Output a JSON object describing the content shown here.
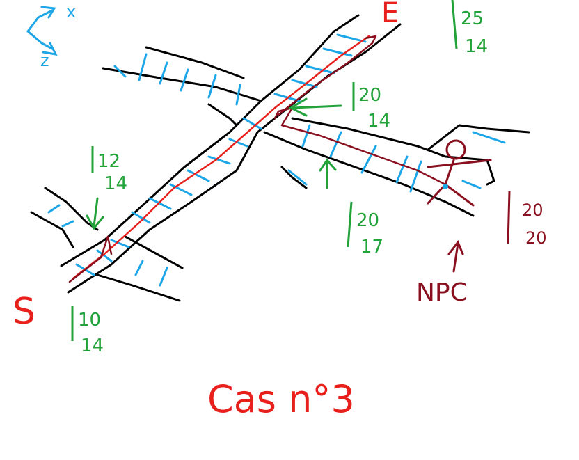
{
  "colors": {
    "road_outline": "#000000",
    "road_tiles": "#1ca6e8",
    "path_line": "#e8201c",
    "npc_path": "#8a1020",
    "coord_labels": "#22a33a",
    "axis": "#1ca6e8"
  },
  "axis": {
    "x_label": "x",
    "z_label": "z"
  },
  "points": {
    "start": {
      "letter": "S",
      "coord_a": "10",
      "coord_b": "14"
    },
    "end": {
      "letter": "E",
      "coord_a": "25",
      "coord_b": "14"
    },
    "junction_left": {
      "coord_a": "12",
      "coord_b": "14"
    },
    "junction_center": {
      "coord_a": "20",
      "coord_b": "14"
    },
    "road_right": {
      "coord_a": "20",
      "coord_b": "17"
    },
    "npc": {
      "label": "NPC",
      "coord_a": "20",
      "coord_b": "20"
    }
  },
  "caption": "Cas n°3"
}
